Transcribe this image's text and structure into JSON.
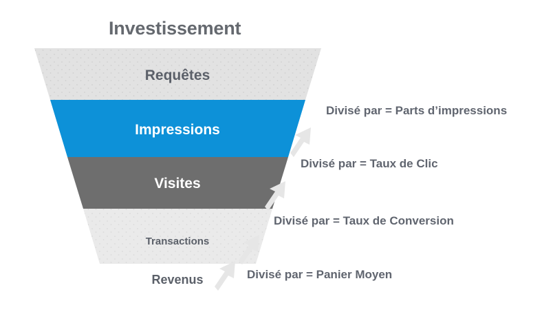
{
  "chart_data": {
    "type": "funnel",
    "title": "Investissement",
    "orientation": "inverted-funnel",
    "stages": [
      {
        "label": "Requêtes",
        "color": "#e2e2e2",
        "text_color": "#5b6069",
        "level": 1,
        "width_ratio": 1.0,
        "position": "inside"
      },
      {
        "label": "Impressions",
        "color": "#0d91d8",
        "text_color": "#ffffff",
        "level": 2,
        "width_ratio": 0.76,
        "position": "inside"
      },
      {
        "label": "Visites",
        "color": "#6e6e6e",
        "text_color": "#ffffff",
        "level": 3,
        "width_ratio": 0.54,
        "position": "inside"
      },
      {
        "label": "Transactions",
        "color": "#eaeaea",
        "text_color": "#5b6069",
        "level": 4,
        "width_ratio": 0.33,
        "position": "inside"
      },
      {
        "label": "Revenus",
        "color": "none",
        "text_color": "#5b6069",
        "level": 5,
        "width_ratio": 0.0,
        "position": "below"
      }
    ],
    "annotations": [
      {
        "text": "Divisé par = Parts d’impressions",
        "between": [
          "Requêtes",
          "Impressions"
        ]
      },
      {
        "text": "Divisé par = Taux de Clic",
        "between": [
          "Impressions",
          "Visites"
        ]
      },
      {
        "text": "Divisé par = Taux de Conversion",
        "between": [
          "Visites",
          "Transactions"
        ]
      },
      {
        "text": "Divisé par = Panier Moyen",
        "between": [
          "Transactions",
          "Revenus"
        ]
      }
    ],
    "arrows": {
      "count": 4,
      "direction": "up-right",
      "color": "#e6e6e6",
      "names": [
        "arrow-up-right-icon",
        "arrow-up-right-icon",
        "arrow-up-right-icon",
        "arrow-up-right-icon"
      ]
    },
    "xlabel": "",
    "ylabel": "",
    "grid": false,
    "legend": "none",
    "background": "#ffffff"
  },
  "title": {
    "text": "Investissement",
    "color": "#65696f"
  },
  "stage_labels": {
    "requetes": "Requêtes",
    "impressions": "Impressions",
    "visites": "Visites",
    "transactions": "Transactions",
    "revenus": "Revenus"
  },
  "annotations": {
    "a0": "Divisé par = Parts d’impressions",
    "a1": "Divisé par = Taux de Clic",
    "a2": "Divisé par = Taux de Conversion",
    "a3": "Divisé par = Panier Moyen"
  },
  "colors": {
    "blue": "#0d91d8",
    "dark_gray": "#6e6e6e",
    "light_gray": "#e2e2e2",
    "lighter_gray": "#eaeaea",
    "arrow_gray": "#e6e6e6",
    "text_gray": "#5b6069",
    "title_gray": "#65696f",
    "background": "#ffffff"
  }
}
